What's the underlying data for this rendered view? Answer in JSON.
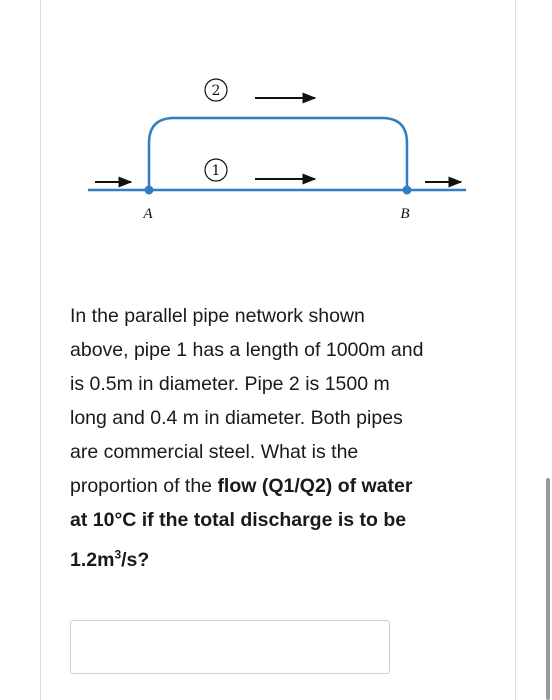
{
  "diagram": {
    "pipe_upper_label": "2",
    "pipe_lower_label": "1",
    "node_left_label": "A",
    "node_right_label": "B",
    "pipe_color": "#2f7fc2"
  },
  "question": {
    "line1": "In the parallel pipe network shown",
    "line2": "above, pipe 1 has a length of 1000m and",
    "line3": "is 0.5m in diameter. Pipe 2 is 1500 m",
    "line4": "long and 0.4 m in diameter. Both pipes",
    "line5": "are commercial steel. What is the",
    "line6_plain": "proportion of the ",
    "line6_bold": "flow (Q1/Q2) of water",
    "line7": "at 10°C if the total discharge is to be",
    "line8_base": "1.2m",
    "line8_sup": "3",
    "line8_end": "/s?"
  },
  "answer": {
    "value": ""
  }
}
